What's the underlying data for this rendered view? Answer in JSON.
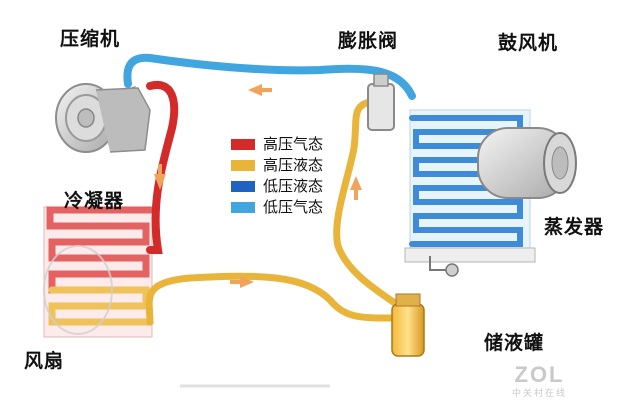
{
  "labels": {
    "compressor": "压缩机",
    "expansion_valve": "膨胀阀",
    "blower": "鼓风机",
    "condenser": "冷凝器",
    "evaporator": "蒸发器",
    "fan": "风扇",
    "receiver_drier": "储液罐"
  },
  "legend": [
    {
      "label": "高压气态",
      "color": "#d32a2a"
    },
    {
      "label": "高压液态",
      "color": "#e8b53a"
    },
    {
      "label": "低压液态",
      "color": "#1f63c2"
    },
    {
      "label": "低压气态",
      "color": "#41a6e0"
    }
  ],
  "colors": {
    "high_pressure_gas": "#d32a2a",
    "high_pressure_liquid": "#e8b53a",
    "low_pressure_liquid": "#1f63c2",
    "low_pressure_gas": "#41a6e0",
    "flow_arrow": "#f2a35a"
  },
  "watermark": {
    "logo": "ZOL",
    "sub": "中关村在线"
  }
}
